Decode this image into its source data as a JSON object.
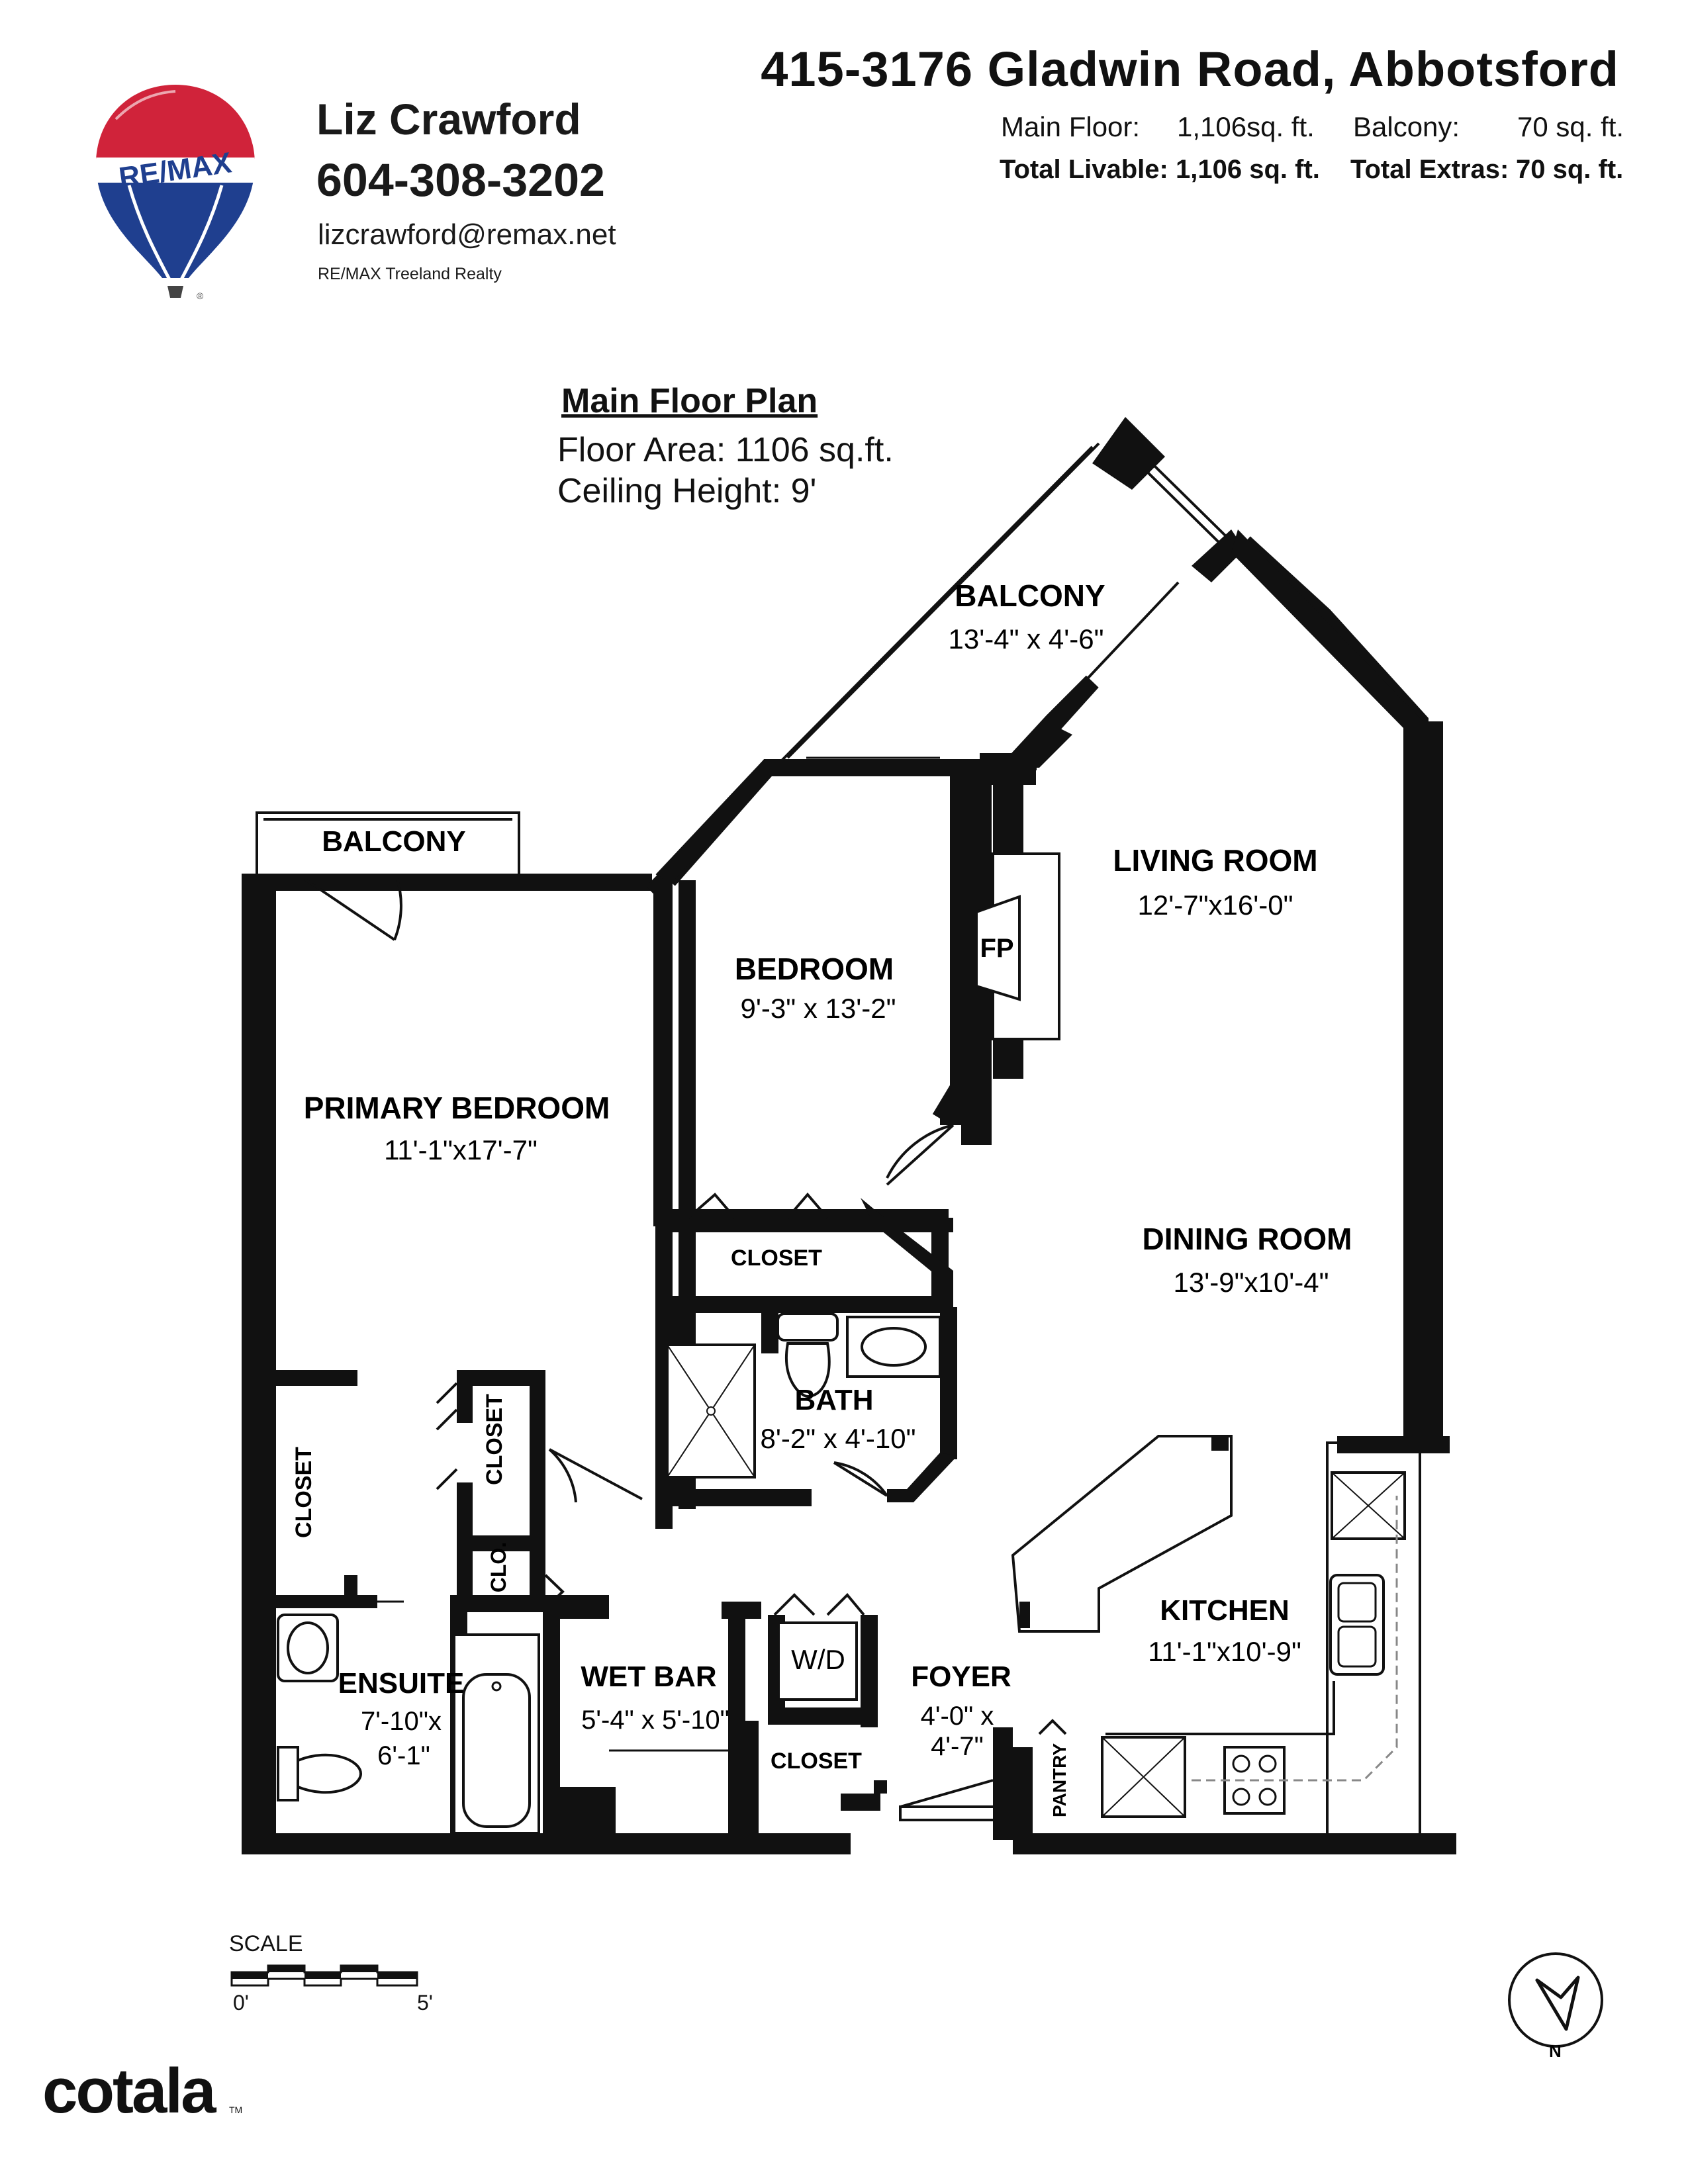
{
  "header": {
    "logo_text": "RE/MAX",
    "agent": {
      "name": "Liz Crawford",
      "phone": "604-308-3202",
      "email": "lizcrawford@remax.net",
      "office": "RE/MAX Treeland Realty"
    },
    "property": {
      "address": "415-3176 Gladwin Road, Abbotsford",
      "main_floor_label": "Main Floor:",
      "main_floor_value": "1,106sq. ft.",
      "balcony_label": "Balcony:",
      "balcony_value": "70 sq. ft.",
      "total_livable_label": "Total Livable:",
      "total_livable_value": "1,106 sq. ft.",
      "total_extras_label": "Total Extras:",
      "total_extras_value": "70 sq. ft."
    }
  },
  "plan": {
    "title": "Main Floor Plan",
    "floor_area": "Floor Area: 1106 sq.ft.",
    "ceiling_height": "Ceiling Height: 9'"
  },
  "rooms": {
    "balcony_upper": {
      "name": "BALCONY",
      "dims": "13'-4\" x  4'-6\""
    },
    "balcony_left": {
      "name": "BALCONY"
    },
    "living_room": {
      "name": "LIVING ROOM",
      "dims": "12'-7\"x16'-0\""
    },
    "fireplace": {
      "name": "FP"
    },
    "bedroom": {
      "name": "BEDROOM",
      "dims": "9'-3\" x 13'-2\""
    },
    "primary_bedroom": {
      "name": "PRIMARY BEDROOM",
      "dims": "11'-1\"x17'-7\""
    },
    "dining_room": {
      "name": "DINING ROOM",
      "dims": "13'-9\"x10'-4\""
    },
    "closet_bedroom": {
      "name": "CLOSET"
    },
    "bath": {
      "name": "BATH",
      "dims": "8'-2\" x 4'-10\""
    },
    "closet_left": {
      "name": "CLOSET"
    },
    "closet_vertical": {
      "name": "CLOSET"
    },
    "clo": {
      "name": "CLO."
    },
    "kitchen": {
      "name": "KITCHEN",
      "dims": "11'-1\"x10'-9\""
    },
    "ensuite": {
      "name": "ENSUITE",
      "dims_line1": "7'-10\"x",
      "dims_line2": "6'-1\""
    },
    "wet_bar": {
      "name": "WET BAR",
      "dims": "5'-4\" x 5'-10\""
    },
    "wd": {
      "name": "W/D"
    },
    "foyer": {
      "name": "FOYER",
      "dims_line1": "4'-0\" x",
      "dims_line2": "4'-7\""
    },
    "closet_foyer": {
      "name": "CLOSET"
    },
    "pantry": {
      "name": "PANTRY"
    }
  },
  "scale": {
    "label": "SCALE",
    "start": "0'",
    "end": "5'"
  },
  "compass": {
    "label": "N"
  },
  "footer": {
    "brand": "cotala",
    "tm": "TM"
  },
  "colors": {
    "remax_red": "#d0233a",
    "remax_blue": "#1f3f8f",
    "wall": "#111111"
  }
}
